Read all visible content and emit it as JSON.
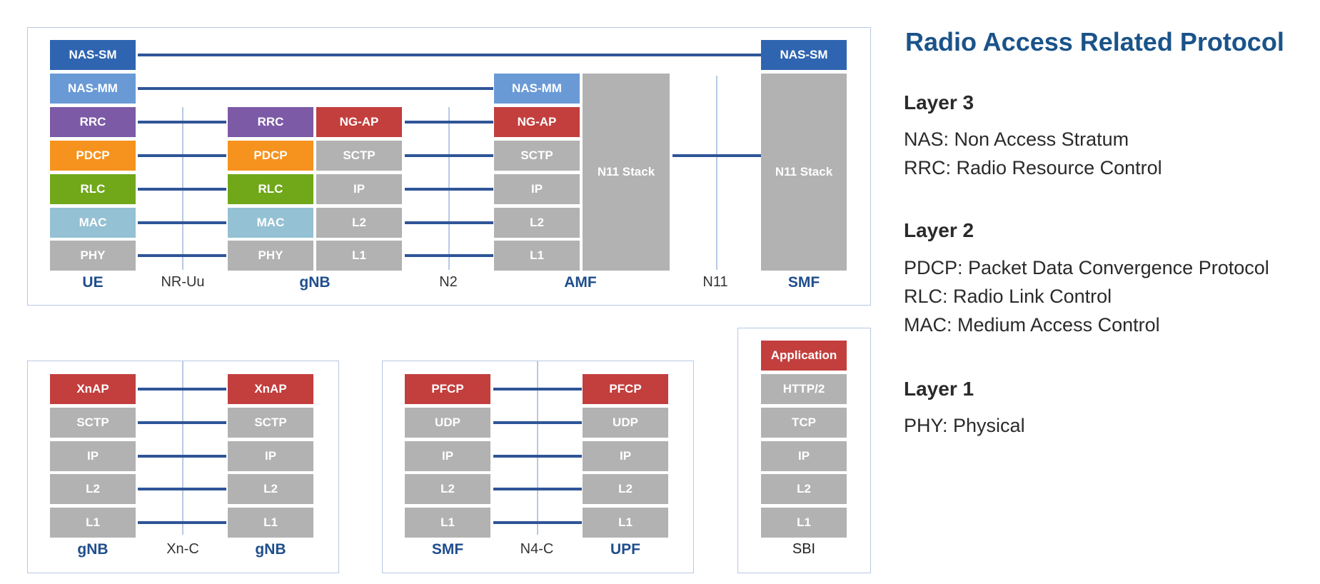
{
  "colors": {
    "nas": "#2f65b0",
    "nas_mm": "#6a9ad6",
    "rrc": "#7c5aa6",
    "pdcp": "#f6931e",
    "rlc": "#70a81a",
    "mac": "#94c1d3",
    "gray": "#b2b2b2",
    "red": "#c23f3d",
    "line": "#2f5597",
    "node_label": "#1f4e8c",
    "title": "#1a5389"
  },
  "top": {
    "ue": [
      "NAS-SM",
      "NAS-MM",
      "RRC",
      "PDCP",
      "RLC",
      "MAC",
      "PHY"
    ],
    "gnb_left": [
      "RRC",
      "PDCP",
      "RLC",
      "MAC",
      "PHY"
    ],
    "gnb_right": [
      "NG-AP",
      "SCTP",
      "IP",
      "L2",
      "L1"
    ],
    "amf": [
      "NAS-MM",
      "NG-AP",
      "SCTP",
      "IP",
      "L2",
      "L1"
    ],
    "amf_n11": "N11 Stack",
    "smf_top": "NAS-SM",
    "smf_n11": "N11 Stack",
    "nodes": {
      "ue": "UE",
      "gnb": "gNB",
      "amf": "AMF",
      "smf": "SMF"
    },
    "ifaces": {
      "nr_uu": "NR-Uu",
      "n2": "N2",
      "n11": "N11"
    }
  },
  "xn": {
    "left": [
      "XnAP",
      "SCTP",
      "IP",
      "L2",
      "L1"
    ],
    "right": [
      "XnAP",
      "SCTP",
      "IP",
      "L2",
      "L1"
    ],
    "node_left": "gNB",
    "node_right": "gNB",
    "iface": "Xn-C"
  },
  "n4": {
    "left": [
      "PFCP",
      "UDP",
      "IP",
      "L2",
      "L1"
    ],
    "right": [
      "PFCP",
      "UDP",
      "IP",
      "L2",
      "L1"
    ],
    "node_left": "SMF",
    "node_right": "UPF",
    "iface": "N4-C"
  },
  "sbi": {
    "stack": [
      "Application",
      "HTTP/2",
      "TCP",
      "IP",
      "L2",
      "L1"
    ],
    "label": "SBI"
  },
  "legend": {
    "title": "Radio Access Related Protocol",
    "layer3": {
      "heading": "Layer 3",
      "items": [
        "NAS: Non Access Stratum",
        "RRC: Radio Resource Control"
      ]
    },
    "layer2": {
      "heading": "Layer 2",
      "items": [
        "PDCP: Packet Data Convergence Protocol",
        "RLC: Radio Link Control",
        "MAC: Medium Access Control"
      ]
    },
    "layer1": {
      "heading": "Layer 1",
      "items": [
        "PHY: Physical"
      ]
    }
  }
}
